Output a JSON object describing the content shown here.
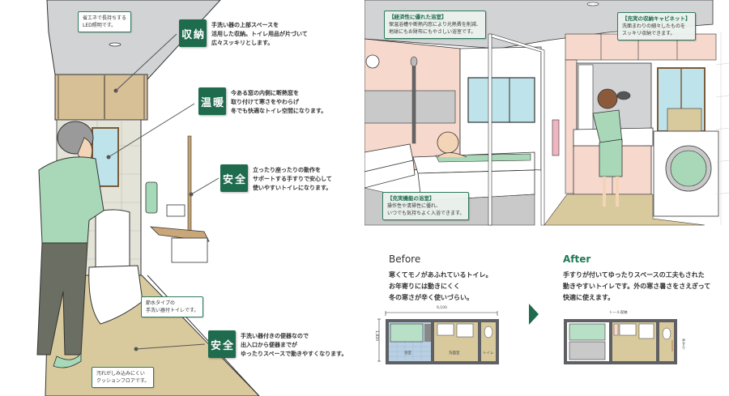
{
  "left_scene": {
    "notes": {
      "led": "省エネで長持ちする\nLED照明です。",
      "toilet": "節水タイプの\n手洗い器付トイレです。",
      "floor": "汚れがしみ込みにくい\nクッションフロアです。"
    },
    "tags": [
      {
        "label": "収納",
        "text": "手洗い器の上部スペースを\n活用した収納。トイレ用品が片づいて\n広々スッキリとします。"
      },
      {
        "label": "温暖",
        "text": "今ある窓の内側に断熱窓を\n取り付けて寒さをやわらげ\n冬でも快適なトイレ空間になります。"
      },
      {
        "label": "安全",
        "text": "立ったり座ったりの動作を\nサポートする手すりで安心して\n使いやすいトイレになります。"
      },
      {
        "label": "安全",
        "text": "手洗い器付きの便器なので\n出入口から便器までが\nゆったりスペースで動きやすくなります。"
      }
    ]
  },
  "right_scene": {
    "boxes": [
      {
        "title": "【経済性に優れた浴室】",
        "text": "保温浴槽や断熱内窓により光熱費を削減、\n地球にもお財布にもやさしい浴室です。"
      },
      {
        "title": "【充実の収納キャビネット】",
        "text": "洗面まわりの細々したものを\nスッキリ収納できます。"
      },
      {
        "title": "【充実機能の浴室】",
        "text": "操作性や清掃性に優れ、\nいつでも気持ちよく入浴できます。"
      }
    ]
  },
  "before": {
    "title": "Before",
    "body": "寒くてモノがあふれているトイレ。\nお年寄りには動きにくく\n冬の寒さが辛く使いづらい。",
    "plan": {
      "width_dim": "9,100",
      "height_dim": "1,820",
      "rooms": [
        "浴室",
        "洗面室",
        "トイレ"
      ]
    }
  },
  "after": {
    "title": "After",
    "body": "手すりが付いてゆったりスペースの工夫もされた\n動きやすいトイレです。外の寒さ暑さをさえぎって\n快適に使えます。",
    "plan": {
      "labels": [
        "トール収納",
        "手すり"
      ]
    }
  },
  "colors": {
    "brand_green": "#1f6b4e",
    "after_title": "#1f7a55"
  }
}
